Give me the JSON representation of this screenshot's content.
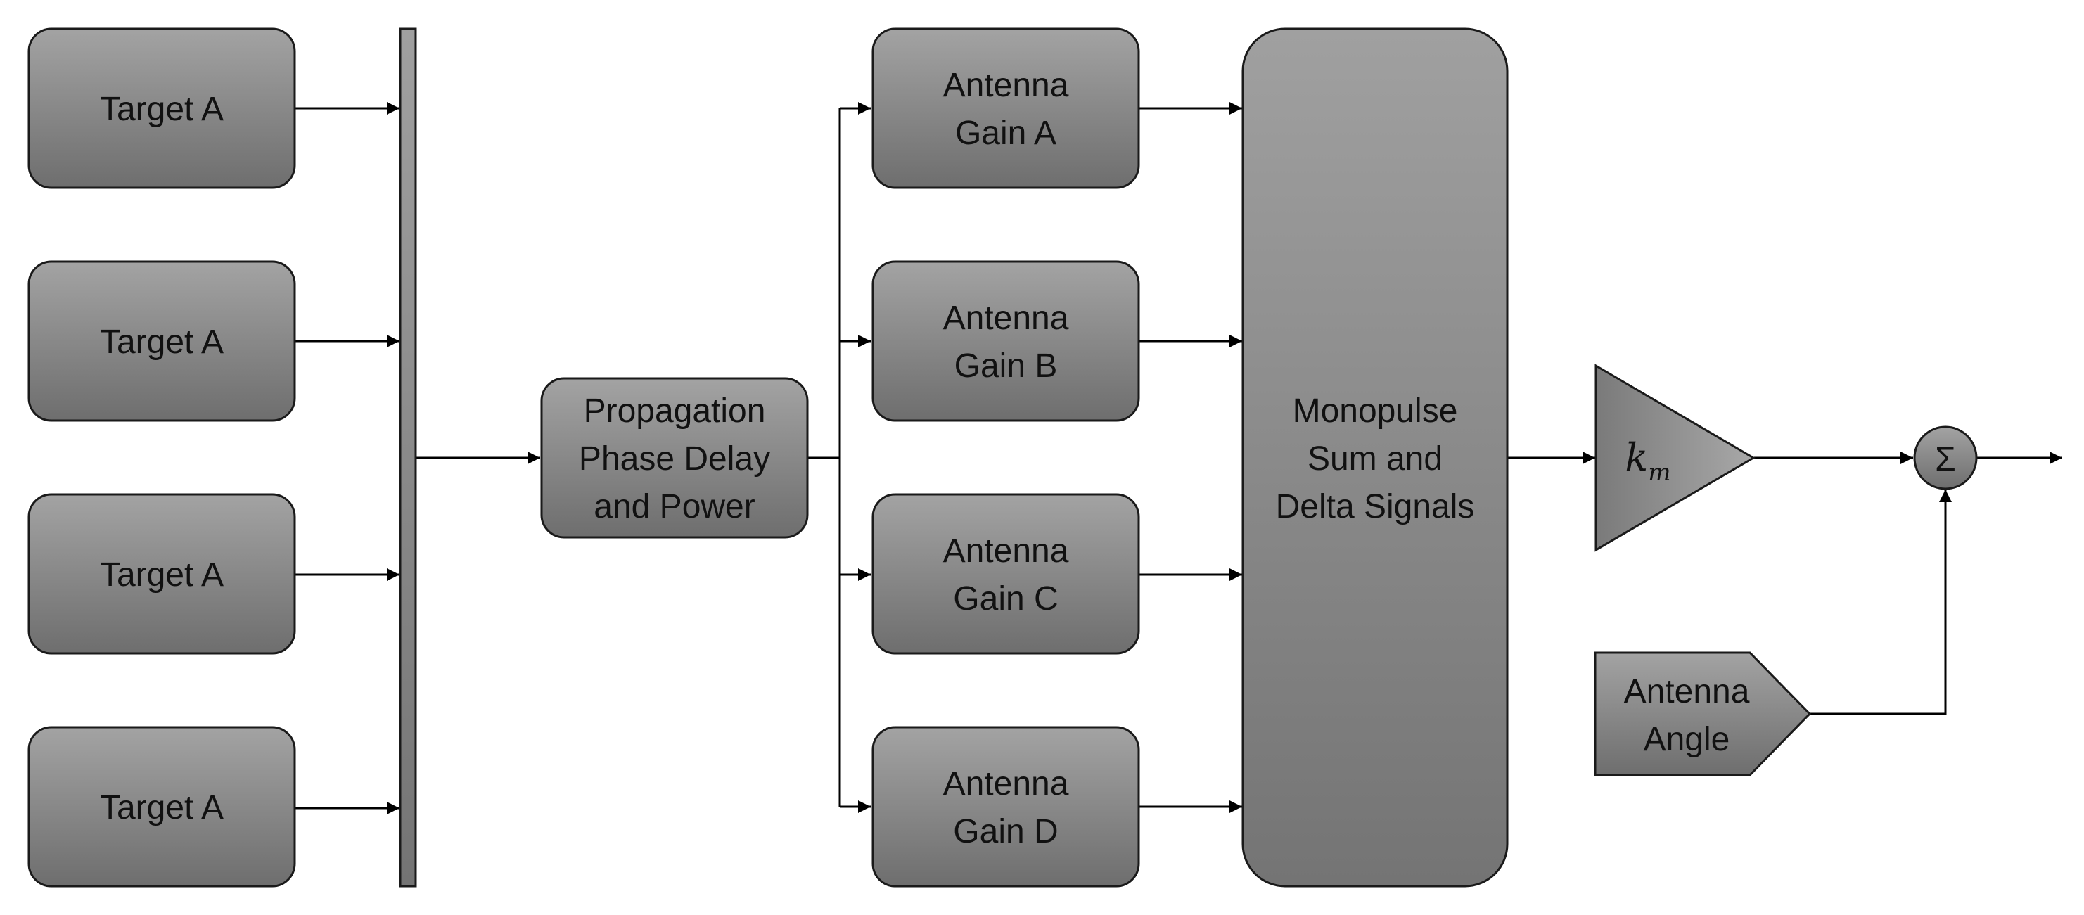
{
  "diagram": {
    "targets": [
      "Target A",
      "Target A",
      "Target A",
      "Target A"
    ],
    "propagation": [
      "Propagation",
      "Phase Delay",
      "and Power"
    ],
    "antenna_gains": [
      [
        "Antenna",
        "Gain A"
      ],
      [
        "Antenna",
        "Gain B"
      ],
      [
        "Antenna",
        "Gain C"
      ],
      [
        "Antenna",
        "Gain D"
      ]
    ],
    "monopulse": [
      "Monopulse",
      "Sum and",
      "Delta Signals"
    ],
    "gain_symbol": "k",
    "gain_subscript": "m",
    "sum_symbol": "Σ",
    "antenna_angle": [
      "Antenna",
      "Angle"
    ]
  },
  "colors": {
    "box_top": "#a3a3a3",
    "box_bottom": "#6e6e6e",
    "stroke": "#1a1a1a",
    "wire": "#000000",
    "background": "#ffffff"
  }
}
